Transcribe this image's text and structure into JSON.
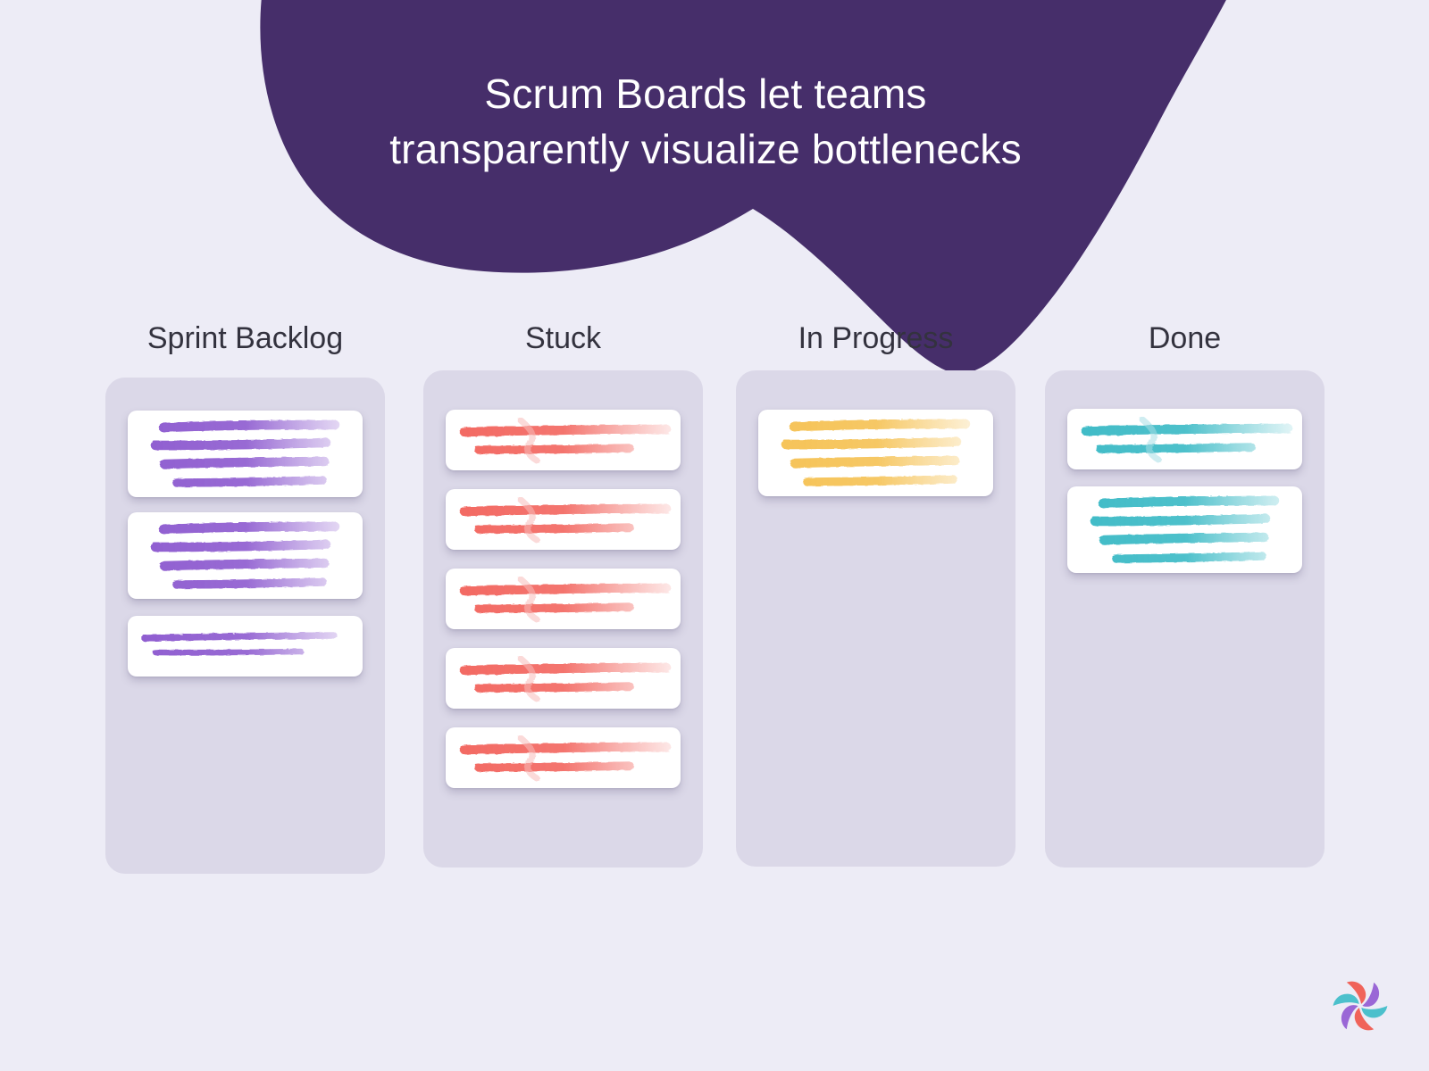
{
  "hero": {
    "title_line1": "Scrum Boards let teams",
    "title_line2": "transparently visualize bottlenecks"
  },
  "board": {
    "columns": [
      {
        "label": "Sprint Backlog",
        "accent": "#8a56ce",
        "smudge": "#cdaeee",
        "cards": [
          {
            "type": "lines4"
          },
          {
            "type": "lines4"
          },
          {
            "type": "lines2thin"
          }
        ]
      },
      {
        "label": "Stuck",
        "accent": "#f2625b",
        "smudge": "#f7bcba",
        "cards": [
          {
            "type": "lines2",
            "smudge": true
          },
          {
            "type": "lines2",
            "smudge": true
          },
          {
            "type": "lines2",
            "smudge": true
          },
          {
            "type": "lines2",
            "smudge": true
          },
          {
            "type": "lines2",
            "smudge": true
          }
        ]
      },
      {
        "label": "In Progress",
        "accent": "#f5c04f",
        "smudge": "#fadfa8",
        "cards": [
          {
            "type": "lines4"
          }
        ]
      },
      {
        "label": "Done",
        "accent": "#36b8c4",
        "smudge": "#a7dee6",
        "cards": [
          {
            "type": "lines2",
            "smudge": true
          },
          {
            "type": "lines4"
          }
        ]
      }
    ]
  },
  "colors": {
    "background": "#edecf6",
    "blob": "#462e6a",
    "hero_text": "#ffffff",
    "column_bg": "#dbd8e8",
    "card_bg": "#ffffff",
    "header_text": "#33323e"
  },
  "logo": {
    "name": "pinwheel-logo",
    "petal_colors": [
      "#f0635a",
      "#9a67d6",
      "#4cc0cc"
    ]
  }
}
